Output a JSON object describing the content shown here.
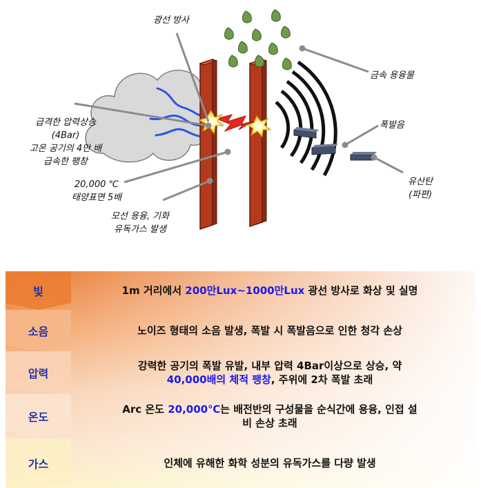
{
  "diagram": {
    "labels": {
      "light_radiation": "광선 방사",
      "molten_metal": "금속 용융물",
      "pressure_rise": "급격한 압력상승",
      "pressure_value": "(4Bar)",
      "expansion_line1": "고온 공기의 4만 배",
      "expansion_line2": "급속한 팽창",
      "temperature_line1": "20,000 ℃",
      "temperature_line2": "태양표면 5배",
      "busbar_line1": "모선 용융, 기화",
      "busbar_line2": "유독가스 발생",
      "explosion_sound": "폭발음",
      "shrapnel_line1": "유산탄",
      "shrapnel_line2": "(파편)"
    },
    "colors": {
      "electrode": "#b5391c",
      "electrode_stroke": "#5a1a08",
      "droplet": "#6f9a4b",
      "cloud": "#d9d9d9",
      "wave_blue": "#2a55e8",
      "fragment": "#44506a",
      "leader": "#888888"
    }
  },
  "table": {
    "rows": [
      {
        "category": "빛",
        "lines": [
          [
            {
              "t": "1m 거리에서 "
            },
            {
              "t": "200만Lux~1000만Lux",
              "hl": true
            },
            {
              "t": " 광선 방사로 화상 및 실명"
            }
          ]
        ]
      },
      {
        "category": "소음",
        "lines": [
          [
            {
              "t": "노이즈 형태의 소음 발생, 폭발 시 폭발음으로 인한 청각 손상"
            }
          ]
        ]
      },
      {
        "category": "압력",
        "lines": [
          [
            {
              "t": "강력한 공기의 폭발 유발, 내부 압력 4Bar이상으로 상승, 약"
            }
          ],
          [
            {
              "t": "40,000배의 체적 팽창",
              "hl": true
            },
            {
              "t": ", 주위에 2차 폭발 초래"
            }
          ]
        ]
      },
      {
        "category": "온도",
        "lines": [
          [
            {
              "t": "Arc 온도 "
            },
            {
              "t": "20,000℃",
              "hl": true
            },
            {
              "t": "는 배전반의 구성물을 순식간에 용융,  인접 설"
            }
          ],
          [
            {
              "t": "비 손상 초래"
            }
          ]
        ]
      },
      {
        "category": "가스",
        "lines": [
          [
            {
              "t": "인체에 유해한 화학 성분의 유독가스를 다량 발생"
            }
          ]
        ]
      }
    ],
    "colors": {
      "highlight": "#1a1aee",
      "category_text": "#2233aa",
      "band_top": "#e8762a",
      "band_bottom": "#fdf2c2"
    }
  }
}
